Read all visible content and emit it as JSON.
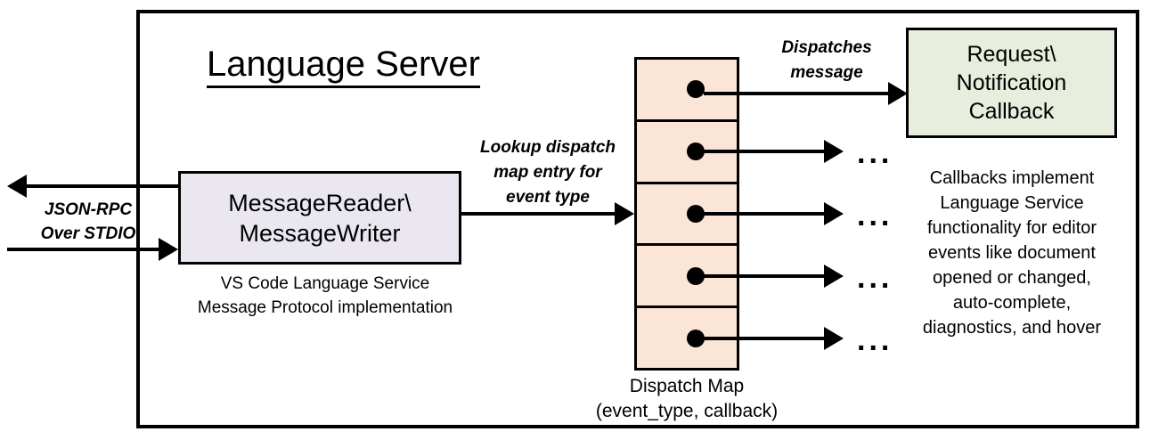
{
  "diagram": {
    "title": "Language Server",
    "boundary_name": "language-server-boundary"
  },
  "transport": {
    "label": "JSON-RPC\nOver STDIO",
    "label_line1": "JSON-RPC",
    "label_line2": "Over STDIO",
    "outbound_arrow": "arrow-left",
    "inbound_arrow": "arrow-right"
  },
  "message_io": {
    "line1": "MessageReader\\",
    "line2": "MessageWriter",
    "caption_line1": "VS Code Language Service",
    "caption_line2": "Message Protocol implementation"
  },
  "lookup": {
    "line1": "Lookup dispatch",
    "line2": "map entry for",
    "line3": "event type"
  },
  "dispatch": {
    "message_label_line1": "Dispatches",
    "message_label_line2": "message",
    "map_caption_line1": "Dispatch Map",
    "map_caption_line2": "(event_type, callback)",
    "rows": [
      {
        "target": "Request\\Notification Callback",
        "ellipsis": ""
      },
      {
        "target": "",
        "ellipsis": "..."
      },
      {
        "target": "",
        "ellipsis": "..."
      },
      {
        "target": "",
        "ellipsis": "..."
      },
      {
        "target": "",
        "ellipsis": "..."
      }
    ]
  },
  "callback": {
    "line1": "Request\\",
    "line2": "Notification",
    "line3": "Callback",
    "caption_line1": "Callbacks implement",
    "caption_line2": "Language Service",
    "caption_line3": "functionality for editor",
    "caption_line4": "events like document",
    "caption_line5": "opened or changed,",
    "caption_line6": "auto-complete,",
    "caption_line7": "diagnostics, and hover"
  },
  "colors": {
    "message_io_fill": "#eae7f1",
    "dispatch_map_fill": "#fbe5d6",
    "callback_fill": "#e7eedd",
    "stroke": "#000000",
    "background": "#ffffff"
  }
}
